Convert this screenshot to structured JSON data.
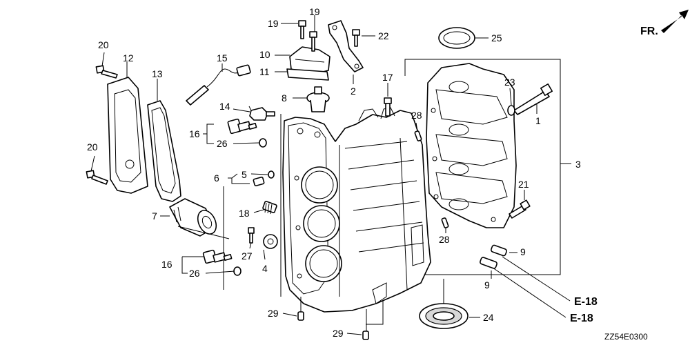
{
  "diagram": {
    "direction_label": "FR.",
    "diagram_code": "ZZ54E0300",
    "reference_labels": [
      "E-18",
      "E-18"
    ],
    "callouts": [
      "1",
      "2",
      "3",
      "4",
      "5",
      "6",
      "7",
      "8",
      "9",
      "9",
      "10",
      "11",
      "12",
      "13",
      "14",
      "15",
      "16",
      "16",
      "17",
      "18",
      "19",
      "19",
      "20",
      "20",
      "21",
      "22",
      "23",
      "24",
      "25",
      "26",
      "26",
      "27",
      "28",
      "28",
      "29",
      "29"
    ]
  }
}
